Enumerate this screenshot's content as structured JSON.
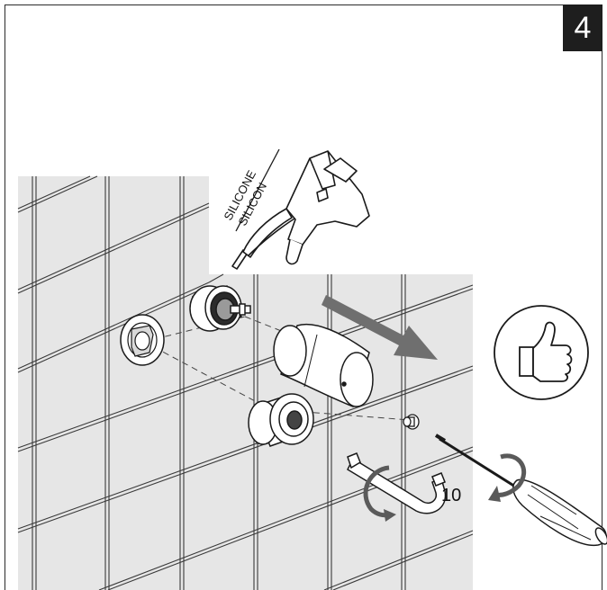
{
  "step": {
    "number": "4"
  },
  "labels": {
    "silicone_top": "SILICONE",
    "silicone_bottom": "SILICON",
    "wrench_size": "10"
  },
  "icons": {
    "approval": "thumbs-up-icon",
    "sealant": "silicone-gun-icon",
    "hex_key": "allen-key-icon",
    "screwdriver": "screwdriver-icon",
    "direction": "arrow-icon"
  },
  "colors": {
    "tile_wall": "#e6e6e6",
    "grout_line": "#3a3a3a",
    "arrow": "#6f6f6f",
    "badge": "#1e1e1e",
    "ink": "#1a1a1a"
  }
}
